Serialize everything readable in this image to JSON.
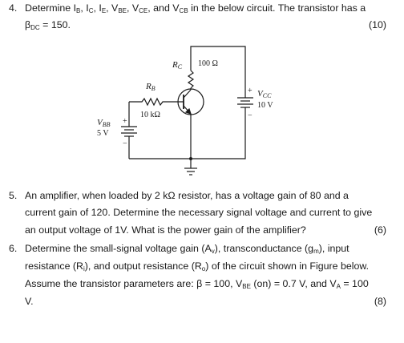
{
  "q4": {
    "number": "4.",
    "line1_parts": [
      "Determine I",
      "B",
      ", I",
      "C",
      ", I",
      "E",
      ", V",
      "BE",
      ", V",
      "CE",
      ", and V",
      "CB",
      " in the below circuit. The transistor has a"
    ],
    "line2_parts": [
      "β",
      "DC",
      " = 150."
    ],
    "marks": "(10)"
  },
  "circuit": {
    "rc_label": "R",
    "rc_sub": "C",
    "rc_value": "100 Ω",
    "rb_label": "R",
    "rb_sub": "B",
    "rb_value": "10 kΩ",
    "vbb_label": "V",
    "vbb_sub": "BB",
    "vbb_value": "5 V",
    "vcc_label": "V",
    "vcc_sub": "CC",
    "vcc_value": "10 V",
    "plus": "+",
    "minus": "−"
  },
  "q5": {
    "number": "5.",
    "lines": [
      "An amplifier, when loaded by 2 kΩ resistor, has a voltage gain of 80 and a",
      "current gain of 120. Determine the necessary signal voltage and current to give",
      "an output voltage of 1V. What is the power gain of the amplifier?"
    ],
    "marks": "(6)"
  },
  "q6": {
    "number": "6.",
    "lines": [
      "Determine the small-signal voltage gain (A",
      "v",
      "), transconductance (g",
      "m",
      "), input"
    ],
    "line2_parts": [
      "resistance (R",
      "i",
      "), and output resistance (R",
      "o",
      ") of the circuit shown in Figure below."
    ],
    "line3_parts": [
      "Assume the transistor parameters are: β = 100, V",
      "BE",
      " (on) = 0.7 V, and V",
      "A",
      " = 100"
    ],
    "line4": "V.",
    "marks": "(8)"
  }
}
